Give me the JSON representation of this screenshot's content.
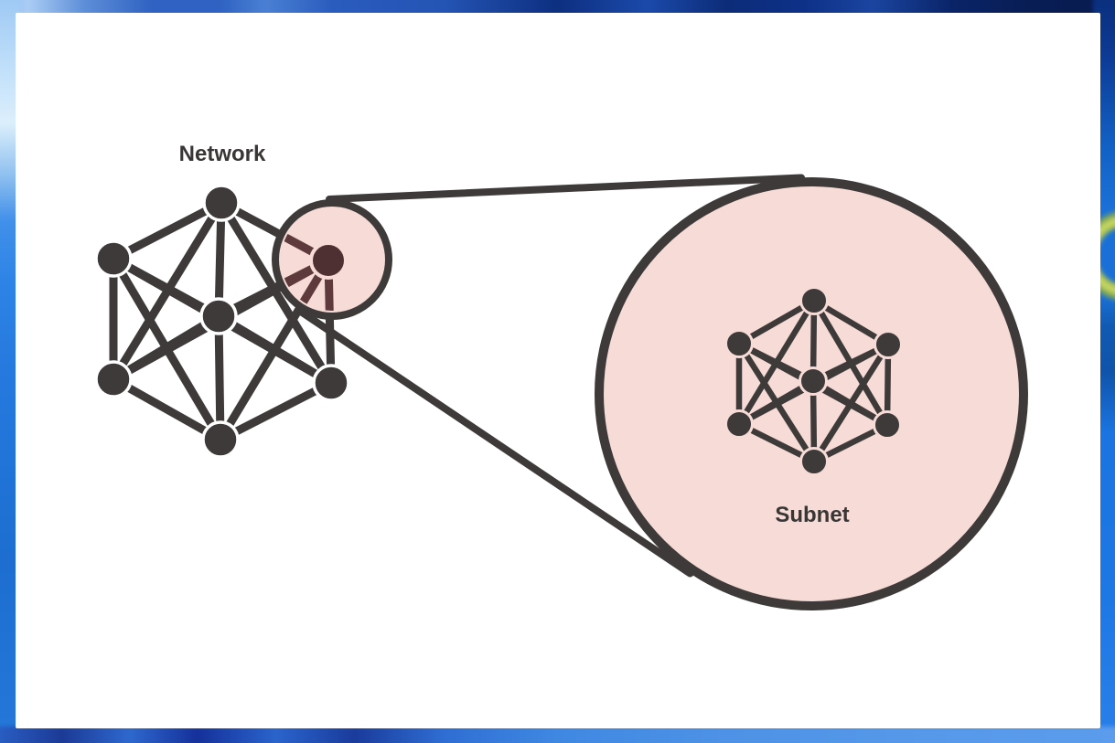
{
  "diagram": {
    "network_label": "Network",
    "subnet_label": "Subnet",
    "network_node_count": 7,
    "subnet_node_count": 7,
    "highlighted_node": "upper-right",
    "node_ids": [
      "top",
      "upper-left",
      "upper-right",
      "center",
      "lower-left",
      "lower-right",
      "bottom"
    ],
    "edges": [
      [
        "top",
        "upper-left"
      ],
      [
        "top",
        "upper-right"
      ],
      [
        "top",
        "center"
      ],
      [
        "top",
        "lower-left"
      ],
      [
        "top",
        "lower-right"
      ],
      [
        "upper-left",
        "center"
      ],
      [
        "upper-left",
        "lower-left"
      ],
      [
        "upper-left",
        "lower-right"
      ],
      [
        "upper-left",
        "bottom"
      ],
      [
        "upper-right",
        "center"
      ],
      [
        "upper-right",
        "lower-left"
      ],
      [
        "upper-right",
        "lower-right"
      ],
      [
        "upper-right",
        "bottom"
      ],
      [
        "center",
        "lower-left"
      ],
      [
        "center",
        "lower-right"
      ],
      [
        "center",
        "bottom"
      ],
      [
        "lower-left",
        "bottom"
      ],
      [
        "lower-right",
        "bottom"
      ]
    ],
    "colors": {
      "node": "#3f3a3a",
      "edge": "#3f3a3a",
      "highlight_fill": "#f6dbd7",
      "highlight_ring": "#3f3a3a",
      "highlighted_node_fill": "#4f3032",
      "highlighted_edge": "#5f3a3c",
      "card_background": "#ffffff",
      "label_text": "#3a3636"
    }
  }
}
